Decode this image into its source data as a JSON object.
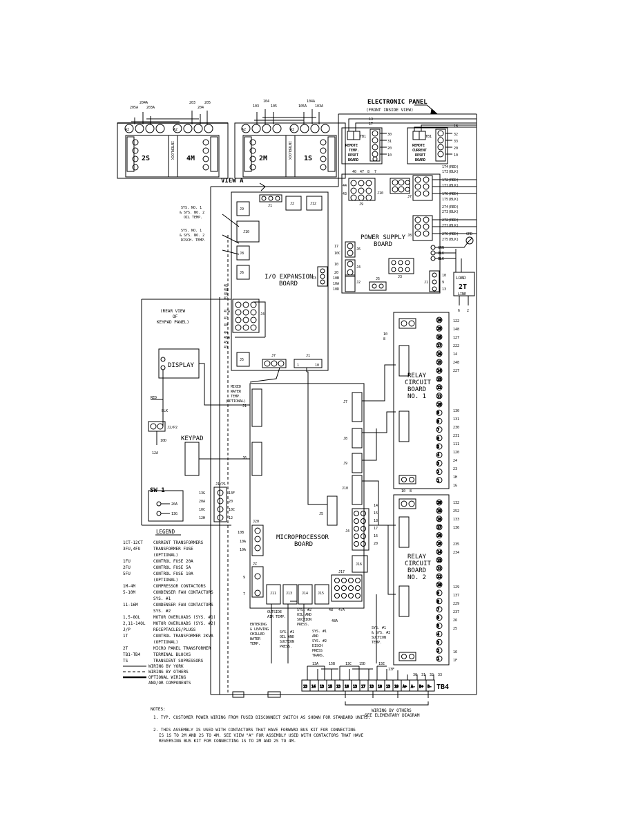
{
  "header": {
    "electronic_panel": "ELECTRONIC PANEL",
    "front_inside_view": "(FRONT INSIDE VIEW)",
    "view_a": "VIEW A"
  },
  "contactors": {
    "left": {
      "wire_top": [
        "204A",
        "203",
        "205"
      ],
      "wire_bot": [
        "205A",
        "203A",
        "204"
      ],
      "labels": [
        "2S",
        "4M"
      ],
      "inter": "INTERLOCK"
    },
    "right": {
      "wire_top": [
        "104",
        "104A"
      ],
      "wire_bot": [
        "103",
        "105",
        "105A",
        "103A"
      ],
      "labels": [
        "2M",
        "1S"
      ],
      "inter": "INTERLOCK"
    },
    "a2": "A2"
  },
  "remote_temp": {
    "label": [
      "REMOTE",
      "TEMP.",
      "RESET",
      "BOARD"
    ],
    "tb": "TB1",
    "wires": [
      "13",
      "17",
      "30",
      "31",
      "20",
      "10"
    ]
  },
  "remote_current": {
    "label": [
      "REMOTE",
      "CURRENT",
      "RESET",
      "BOARD"
    ],
    "tb": "TB1",
    "wires": [
      "16",
      "32",
      "33",
      "20",
      "10"
    ]
  },
  "power_supply": {
    "title": [
      "POWER SUPPLY",
      "BOARD"
    ],
    "top_wires": [
      "40",
      "47",
      "8",
      "7"
    ],
    "left_wires": [
      "44",
      "43"
    ],
    "right_wires": [
      "174(RED)",
      "173(BLK)",
      "172(RED)",
      "171(BLK)",
      "176(RED)",
      "175(BLK)",
      "274(RED)",
      "273(BLK)",
      "272(RED)",
      "271(BLK)",
      "276(RED)",
      "275(BLK)"
    ],
    "j6_wires": [
      "17",
      "10C"
    ],
    "j4_wires": [
      "10",
      "20"
    ],
    "j2_wires": [
      "10B",
      "10A",
      "10D"
    ],
    "j_right": [
      "10",
      "9",
      "13"
    ],
    "gnd": "GRD",
    "colors": [
      "GRN",
      "BLK",
      "BLK"
    ],
    "connectors": [
      "J10",
      "J9",
      "J7",
      "J8",
      "J6",
      "J4",
      "J2",
      "J5",
      "J3",
      "J1"
    ]
  },
  "transformer": {
    "load": "LOAD",
    "name": "2T",
    "line": "LINE",
    "pins": [
      "6",
      "2"
    ]
  },
  "io_board": {
    "title": [
      "I/O EXPANSION",
      "BOARD"
    ],
    "connectors": [
      "J9",
      "J10",
      "J8",
      "J6",
      "J5",
      "J1",
      "J2",
      "J12",
      "J3",
      "J4",
      "J7",
      "J1"
    ],
    "j4_wires": [
      "41",
      "48",
      "46",
      "42",
      "47A",
      "47",
      "40",
      "44",
      "46A",
      "45",
      "43"
    ],
    "j1_pins": [
      "1",
      "10"
    ]
  },
  "sensors": {
    "oil": [
      "SYS. NO. 1",
      "& SYS. NO. 2",
      "OIL TEMP."
    ],
    "disch": [
      "SYS. NO. 1",
      "& SYS. NO. 2",
      "DISCH. TEMP."
    ],
    "mixed": [
      "MIXED",
      "WATER",
      "TEMP.",
      "(OPTIONAL)"
    ]
  },
  "keypad_panel": {
    "rear_view": [
      "(REAR VIEW",
      "OF",
      "KEYPAD PANEL)"
    ],
    "display": "DISPLAY",
    "keypad": "KEYPAD",
    "sw1": "SW 1",
    "j2p2": "J2/P2",
    "j1p1": "J1/P1",
    "wires_display": [
      "RED",
      "BLK",
      "10D",
      "12A"
    ],
    "sw_wires": [
      "20A",
      "13G"
    ],
    "j1p1_left": [
      "13G",
      "20A",
      "10C",
      "12H"
    ],
    "j1p1_right": [
      "13F",
      "20",
      "10C",
      "12"
    ]
  },
  "micro_board": {
    "title": [
      "MICROPROCESSOR",
      "BOARD"
    ],
    "connectors": [
      "J1",
      "J6",
      "J7",
      "J8",
      "J9",
      "J10",
      "J5",
      "J4",
      "J16",
      "J20",
      "J2",
      "J11",
      "J13",
      "J14",
      "J15",
      "J17"
    ],
    "j20_wires": [
      "10B",
      "10A",
      "10A"
    ],
    "j2_wires": [
      "9",
      "7"
    ],
    "j4_wires": [
      "14",
      "15",
      "18",
      "17",
      "16",
      "20"
    ],
    "j17_wires": [
      "48",
      "48A",
      "47A"
    ],
    "bottom_notes": [
      [
        "ENTERING",
        "& LEAVING",
        "CHILLED",
        "WATER",
        "TEMP."
      ],
      [
        "OUTSIDE",
        "AIR TEMP."
      ],
      [
        "SYS. #1",
        "OIL AND",
        "SUCTION",
        "PRESS."
      ],
      [
        "SYS. #2",
        "OIL AND",
        "SUCTION",
        "PRESS."
      ],
      [
        "SYS. #1",
        "AND",
        "SYS. #2",
        "DISCH",
        "PRESS",
        "TRANS."
      ],
      [
        "SYS. #1",
        "& SYS. #2",
        "SUCTION",
        "TEMP."
      ]
    ]
  },
  "relay1": {
    "title": [
      "RELAY",
      "CIRCUIT",
      "BOARD",
      "NO. 1"
    ],
    "j1_wires": [
      "10",
      "8"
    ],
    "right_wires": [
      "122",
      "148",
      "127",
      "222",
      "14",
      "248",
      "227",
      "130",
      "131",
      "230",
      "231",
      "111",
      "120",
      "24",
      "23",
      "1H",
      "1G"
    ],
    "terminals": [
      "20",
      "19",
      "18",
      "17",
      "16",
      "15",
      "14",
      "13",
      "12",
      "11",
      "10",
      "9",
      "8",
      "7",
      "6",
      "5",
      "4",
      "3",
      "2",
      "1"
    ]
  },
  "relay2": {
    "title": [
      "RELAY",
      "CIRCUIT",
      "BOARD",
      "NO. 2"
    ],
    "j1_wires": [
      "10",
      "8"
    ],
    "right_wires": [
      "132",
      "252",
      "133",
      "136",
      "235",
      "234",
      "129",
      "137",
      "229",
      "237",
      "26",
      "25",
      "16",
      "1F"
    ]
  },
  "tb4": {
    "label": "TB4",
    "top_wires": [
      "13A",
      "15B",
      "13C",
      "15D",
      "15E",
      "13F"
    ],
    "terms": [
      "13",
      "14",
      "13",
      "15",
      "13",
      "16",
      "13",
      "17",
      "13",
      "18",
      "13",
      "19",
      "A+",
      "A-",
      "B+",
      "B-"
    ],
    "right_top": [
      "30",
      "31",
      "32",
      "33"
    ],
    "wiring_by_others": [
      "WIRING BY OTHERS",
      "SEE ELEMENTARY DIAGRAM"
    ]
  },
  "legend": {
    "title": "LEGEND",
    "items": [
      [
        "1CT-12CT",
        "CURRENT TRANSFORMERS"
      ],
      [
        "3FU,4FU",
        "TRANSFORMER FUSE"
      ],
      [
        "",
        "(OPTIONAL)"
      ],
      [
        "1FU",
        "CONTROL FUSE 20A"
      ],
      [
        "2FU",
        "CONTROL FUSE 5A"
      ],
      [
        "5FU",
        "CONTROL FUSE 10A"
      ],
      [
        "",
        "(OPTIONAL)"
      ],
      [
        "1M-4M",
        "COMPRESSOR CONTACTORS"
      ],
      [
        "5-10M",
        "CONDENSER FAN CONTACTORS"
      ],
      [
        "",
        "SYS. #1"
      ],
      [
        "11-16M",
        "CONDENSER FAN CONTACTORS"
      ],
      [
        "",
        "SYS. #2"
      ],
      [
        "1,5-8OL",
        "MOTOR OVERLOADS (SYS. #1)"
      ],
      [
        "2,11-14OL",
        "MOTOR OVERLOADS (SYS. #2)"
      ],
      [
        "J/P",
        "RECEPTACLES/PLUGS"
      ],
      [
        "1T",
        "CONTROL TRANSFORMER 2KVA"
      ],
      [
        "",
        "(OPTIONAL)"
      ],
      [
        "2T",
        "MICRO PANEL TRANSFORMER"
      ],
      [
        "TB1-TB4",
        "TERMINAL BLOCKS"
      ],
      [
        "TS",
        "TRANSIENT SUPRESSORS"
      ]
    ],
    "lines": [
      "WIRING BY YORK",
      "WIRING BY OTHERS",
      "OPTIONAL WIRING",
      "AND/OR COMPONENTS"
    ]
  },
  "notes": {
    "title": "NOTES:",
    "n1": "1. TYP. CUSTOMER POWER WIRING FROM FUSED DISCONNECT SWITCH AS SHOWN FOR STANDARD UNITS.",
    "n2a": "2. THIS ASSEMBLY IS USED WITH CONTACTORS THAT HAVE FORWARD BUS KIT FOR CONNECTING",
    "n2b": "IS 1S TO 2M AND 2S TO 4M. SEE VIEW \"A\" FOR ASSEMBLY USED WITH CONTACTORS THAT HAVE",
    "n2c": "REVERSING BUS KIT FOR CONNECTING 1S TO 2M AND 2S TO 4M."
  }
}
